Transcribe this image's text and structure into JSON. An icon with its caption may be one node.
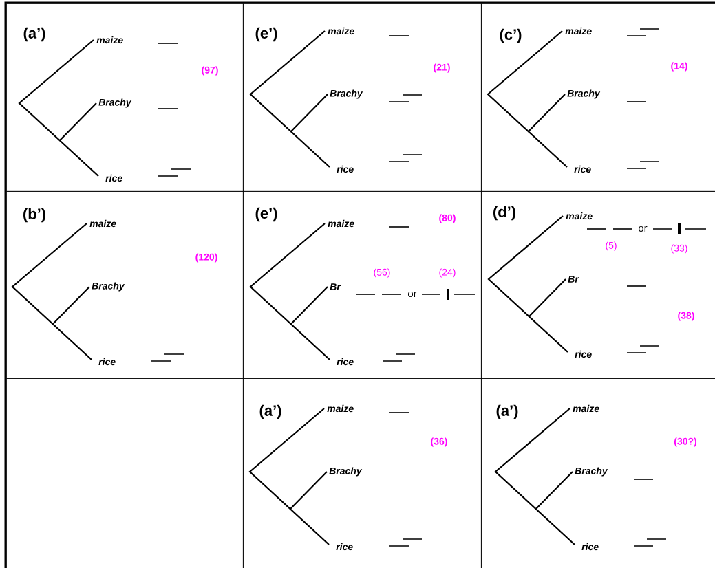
{
  "diagram": {
    "nodes": [
      {
        "text": [
          "(a’)",
          "maize",
          "(97)",
          "Brachy",
          "rice"
        ]
      },
      {
        "text": [
          "(e’)",
          "maize",
          "(21)",
          "Brachy",
          "rice"
        ]
      },
      {
        "text": [
          "(c’)",
          "maize",
          "(14)",
          "Brachy",
          "rice"
        ]
      },
      {
        "text": [
          "(b’)",
          "maize",
          "(120)",
          "Brachy",
          "rice"
        ]
      },
      {
        "text": [
          "(e’)",
          "maize",
          "(80)",
          "(56)",
          "(24)",
          "Br",
          "or",
          "rice"
        ]
      },
      {
        "text": [
          "(d’)",
          "maize",
          "or",
          "(5)",
          "(33)",
          "Br",
          "(38)",
          "rice"
        ]
      },
      {
        "text": [],
        "shape": "box"
      },
      {
        "text": [
          "(a’)",
          "maize",
          "(36)",
          "Brachy",
          "rice"
        ]
      },
      {
        "text": [
          "(a’)",
          "maize",
          "(30?)",
          "Brachy",
          "rice"
        ]
      }
    ]
  }
}
